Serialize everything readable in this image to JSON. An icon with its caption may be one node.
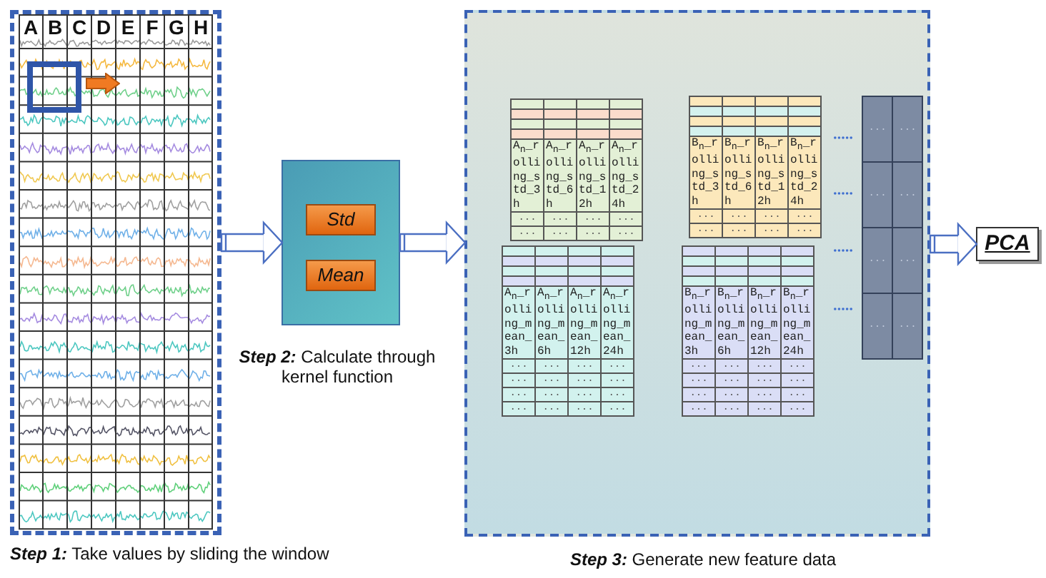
{
  "diagram": {
    "nodes": [
      {
        "text": [
          "**Step 1:** Take values by sliding the window"
        ]
      },
      {
        "text": [
          "**Step 2:** Calculate through kernel function"
        ]
      },
      {
        "text": [
          "Std"
        ],
        "in": 1
      },
      {
        "text": [
          "Mean"
        ],
        "in": 1
      },
      {
        "text": [
          "**Step 3:** Generate new feature data"
        ]
      },
      {
        "text": [],
        "shape": "box",
        "in": 4
      },
      {
        "text": [],
        "shape": "box",
        "in": 4
      },
      {
        "text": [],
        "shape": "box",
        "in": 4
      },
      {
        "text": [],
        "shape": "box",
        "in": 4
      },
      {
        "text": [
          "A$_{n}$_rolling_std_3h",
          "A$_{n}$_rolling_std_6h",
          "A$_{n}$_rolling_std_12h",
          "A$_{n}$_rolling_std_24h",
          "...",
          "...",
          "...",
          "...",
          "...",
          "...",
          "...",
          "..."
        ],
        "in": 4
      },
      {
        "text": [],
        "shape": "box",
        "in": 4
      },
      {
        "text": [],
        "shape": "box",
        "in": 4
      },
      {
        "text": [],
        "shape": "box",
        "in": 4
      },
      {
        "text": [],
        "shape": "box",
        "in": 4
      },
      {
        "text": [
          "B$_{n}$_rolling_std_3h",
          "B$_{n}$_rolling_std_6h",
          "B$_{n}$_rolling_std_12h",
          "B$_{n}$_rolling_std_24h",
          "...",
          "...",
          "...",
          "...",
          "...",
          "...",
          "...",
          "..."
        ],
        "in": 4
      },
      {
        "text": [],
        "shape": "box",
        "in": 4
      },
      {
        "text": [],
        "shape": "box",
        "in": 4
      },
      {
        "text": [],
        "shape": "box",
        "in": 4
      },
      {
        "text": [],
        "shape": "box",
        "in": 4
      },
      {
        "text": [
          "A$_{n}$_rolling_mean_3h",
          "A$_{n}$_rolling_mean_6h",
          "A$_{n}$_rolling_mean_12h",
          "A$_{n}$_rolling_mean_24h",
          "...",
          "...",
          "...",
          "...",
          "...",
          "...",
          "...",
          "...",
          "...",
          "...",
          "...",
          "...",
          "...",
          "...",
          "...",
          "..."
        ],
        "in": 4
      },
      {
        "text": [],
        "shape": "box",
        "in": 4
      },
      {
        "text": [],
        "shape": "box",
        "in": 4
      },
      {
        "text": [],
        "shape": "box",
        "in": 4
      },
      {
        "text": [],
        "shape": "box",
        "in": 4
      },
      {
        "text": [
          "B$_{n}$_rolling_mean_3h",
          "B$_{n}$_rolling_mean_6h",
          "B$_{n}$_rolling_mean_12h",
          "B$_{n}$_rolling_mean_24h",
          "...",
          "...",
          "...",
          "...",
          "...",
          "...",
          "...",
          "...",
          "...",
          "...",
          "...",
          "...",
          "...",
          "...",
          "...",
          "..."
        ],
        "in": 4
      },
      {
        "text": [
          "...",
          "...",
          "...",
          "...",
          "...",
          "...",
          "...",
          "..."
        ],
        "in": 4
      },
      {
        "text": [
          "PCA"
        ]
      }
    ],
    "edges": [
      {
        "from": 0,
        "to": 1,
        "arrow": "to"
      },
      {
        "from": 1,
        "to": 4,
        "arrow": "to"
      },
      {
        "from": 4,
        "to": 26,
        "arrow": "to"
      }
    ],
    "labels": [
      "A",
      "B",
      "C",
      "D",
      "E",
      "F",
      "G",
      "H"
    ]
  }
}
